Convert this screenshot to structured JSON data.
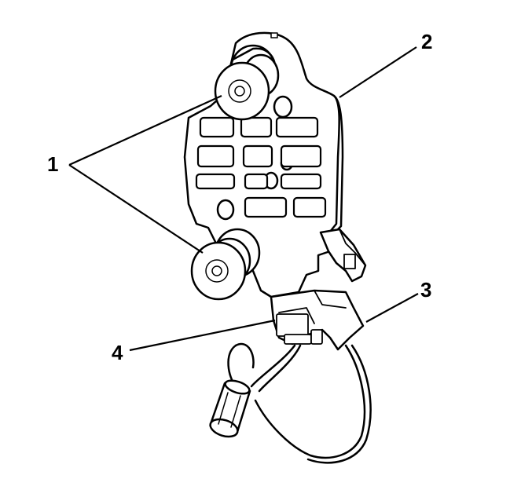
{
  "callouts": {
    "c1": "1",
    "c2": "2",
    "c3": "3",
    "c4": "4"
  },
  "colors": {
    "line": "#000000",
    "fill": "#ffffff"
  }
}
